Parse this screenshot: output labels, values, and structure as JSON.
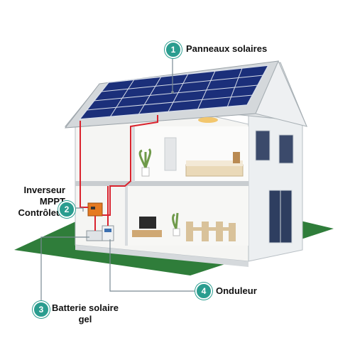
{
  "colors": {
    "accent": "#2a9d8f",
    "wire": "#d9232e",
    "ground": "#2f7d3a",
    "panel": "#1b2f7a"
  },
  "callouts": [
    {
      "number": "1",
      "label": "Panneaux solaires"
    },
    {
      "number": "2",
      "label_line1": "Inverseur MPPT",
      "label_line2": "Contrôleur"
    },
    {
      "number": "3",
      "label_line1": "Batterie solaire",
      "label_line2": "gel"
    },
    {
      "number": "4",
      "label": "Onduleur"
    }
  ]
}
